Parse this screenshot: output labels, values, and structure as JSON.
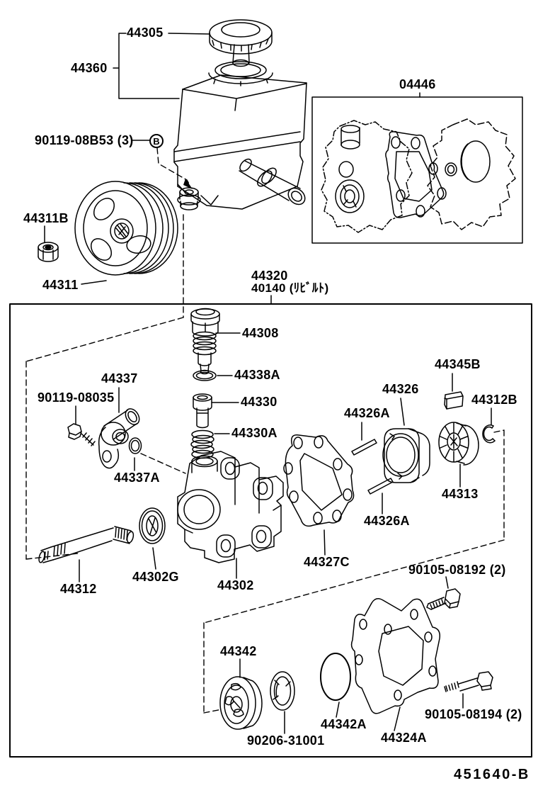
{
  "drawing_number": "451640-B",
  "callouts": {
    "b": "B"
  },
  "part_labels": [
    {
      "text": "44305"
    },
    {
      "text": "44360"
    },
    {
      "text": "90119-08B53 (3)"
    },
    {
      "text": "44311B"
    },
    {
      "text": "44311"
    },
    {
      "text": "44320"
    },
    {
      "text": "40140 (ﾘﾋﾞﾙﾄ)"
    },
    {
      "text": "04446"
    },
    {
      "text": "44308"
    },
    {
      "text": "44338A"
    },
    {
      "text": "44330"
    },
    {
      "text": "44330A"
    },
    {
      "text": "44337"
    },
    {
      "text": "90119-08035"
    },
    {
      "text": "44337A"
    },
    {
      "text": "44326A"
    },
    {
      "text": "44326"
    },
    {
      "text": "44345B"
    },
    {
      "text": "44312B"
    },
    {
      "text": "44313"
    },
    {
      "text": "44326A"
    },
    {
      "text": "44327C"
    },
    {
      "text": "44312"
    },
    {
      "text": "44302G"
    },
    {
      "text": "44302"
    },
    {
      "text": "90105-08192 (2)"
    },
    {
      "text": "44342"
    },
    {
      "text": "90206-31001"
    },
    {
      "text": "44342A"
    },
    {
      "text": "44324A"
    },
    {
      "text": "90105-08194 (2)"
    }
  ]
}
